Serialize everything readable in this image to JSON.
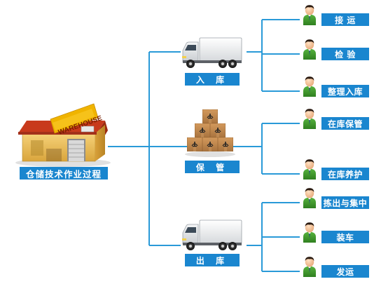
{
  "title": "仓储技术作业过程",
  "warehouse_sign": "WAREHOUSE",
  "stages": [
    {
      "label": "入 库",
      "icon": "truck-icon",
      "steps": [
        "接 运",
        "检 验",
        "整理入库"
      ]
    },
    {
      "label": "保 管",
      "icon": "boxes-icon",
      "steps": [
        "在库保管",
        "在库养护"
      ]
    },
    {
      "label": "出 库",
      "icon": "truck-icon",
      "steps": [
        "拣出与集中",
        "装车",
        "发运"
      ]
    }
  ],
  "colors": {
    "box": "#1a86cf",
    "line": "#2a9ad8",
    "person_shirt": "#3f9a2d",
    "warehouse_wall": "#f0c45a",
    "warehouse_roof": "#c83a1c",
    "sign": "#f0b400",
    "box_cardboard": "#c08a52"
  }
}
